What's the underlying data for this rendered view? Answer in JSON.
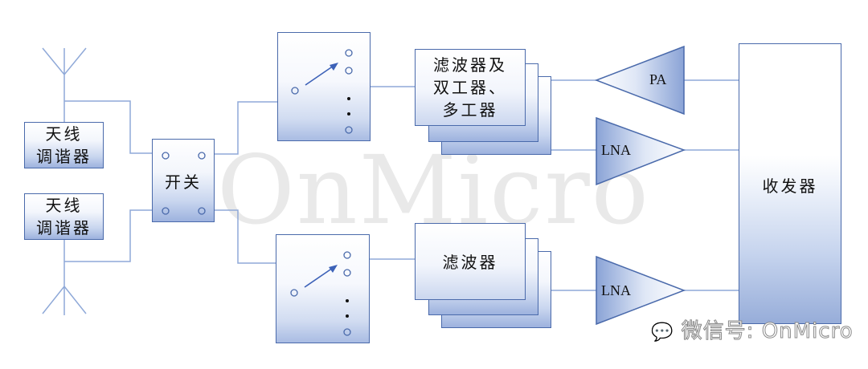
{
  "watermark": "OnMicro",
  "wechat_label": "微信号: OnMicro",
  "colors": {
    "line": "#8fa9d8",
    "border": "#4a6aab",
    "fill_dark": "#9db2de"
  },
  "antenna_tuners": [
    {
      "line1": "天线",
      "line2": "调谐器"
    },
    {
      "line1": "天线",
      "line2": "调谐器"
    }
  ],
  "switch": {
    "label": "开关"
  },
  "filters": {
    "top": {
      "line1": "滤波器及",
      "line2": "双工器、",
      "line3": "多工器"
    },
    "bottom": {
      "label": "滤波器"
    }
  },
  "amplifiers": {
    "pa": "PA",
    "lna_top": "LNA",
    "lna_bottom": "LNA"
  },
  "transceiver": {
    "label": "收发器"
  }
}
